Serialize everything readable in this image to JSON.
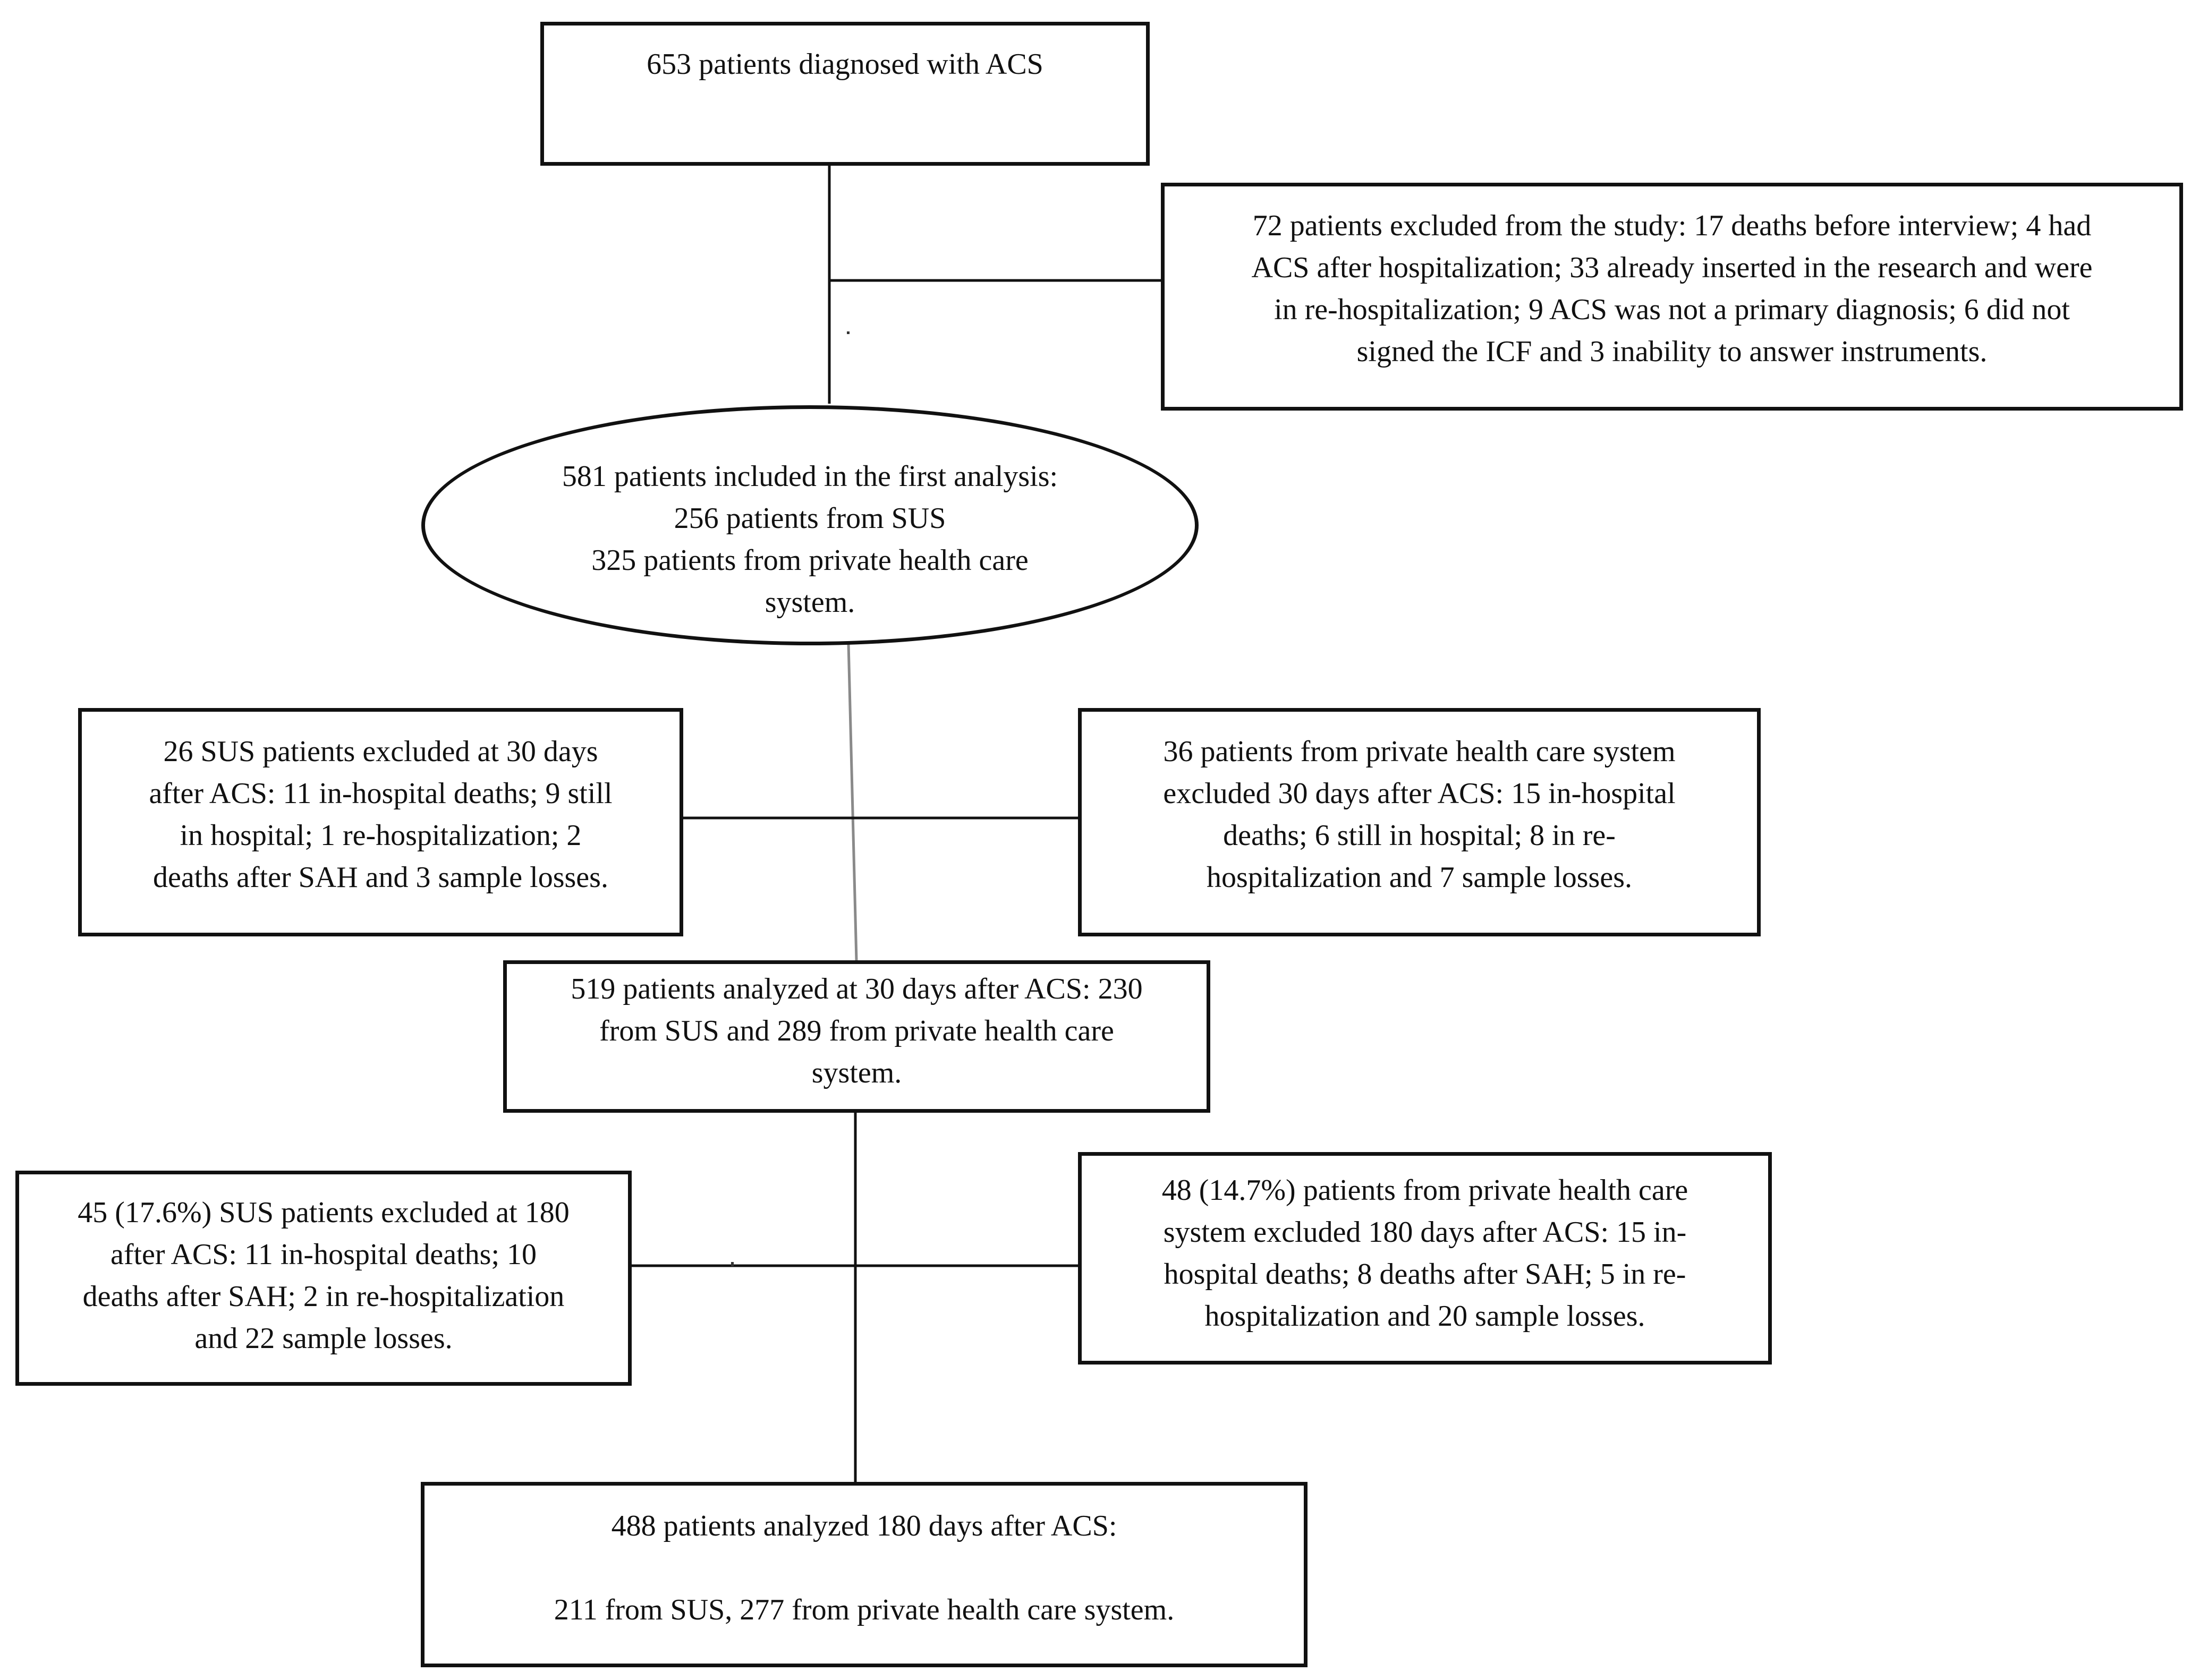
{
  "flowchart": {
    "start": {
      "lines": [
        "653 patients diagnosed with ACS"
      ]
    },
    "exclusion_initial": {
      "lines": [
        "72 patients excluded from the study: 17 deaths before interview; 4 had",
        "ACS after hospitalization; 33 already inserted in the research and were",
        "in re-hospitalization; 9 ACS was not a primary diagnosis; 6 did not",
        "signed the ICF and 3 inability to answer instruments."
      ]
    },
    "first_analysis": {
      "lines": [
        "581 patients included in the first analysis:",
        "256 patients from SUS",
        "325 patients from private health care",
        "system."
      ]
    },
    "exclusion_sus_30": {
      "lines": [
        "26 SUS patients excluded at 30 days",
        "after ACS: 11 in-hospital deaths; 9 still",
        "in hospital; 1 re-hospitalization; 2",
        "deaths after SAH and 3 sample losses."
      ]
    },
    "exclusion_private_30": {
      "lines": [
        "36 patients from private health care system",
        "excluded 30 days after ACS: 15 in-hospital",
        "deaths; 6 still in hospital; 8 in re-",
        "hospitalization and 7 sample losses."
      ]
    },
    "analyzed_30": {
      "lines": [
        "519 patients analyzed at 30 days after ACS: 230",
        "from SUS and 289 from private health care",
        "system."
      ]
    },
    "exclusion_sus_180": {
      "lines": [
        "45 (17.6%) SUS patients excluded at 180",
        "after ACS: 11 in-hospital deaths; 10",
        "deaths after SAH; 2 in re-hospitalization",
        "and 22 sample losses."
      ]
    },
    "exclusion_private_180": {
      "lines": [
        "48 (14.7%) patients from private health care",
        "system excluded 180 days after ACS: 15 in-",
        "hospital deaths; 8 deaths after SAH; 5 in re-",
        "hospitalization and 20 sample losses."
      ]
    },
    "analyzed_180": {
      "lines": [
        "488 patients analyzed 180 days after ACS:",
        "",
        "211 from SUS, 277 from private health care system."
      ]
    }
  }
}
